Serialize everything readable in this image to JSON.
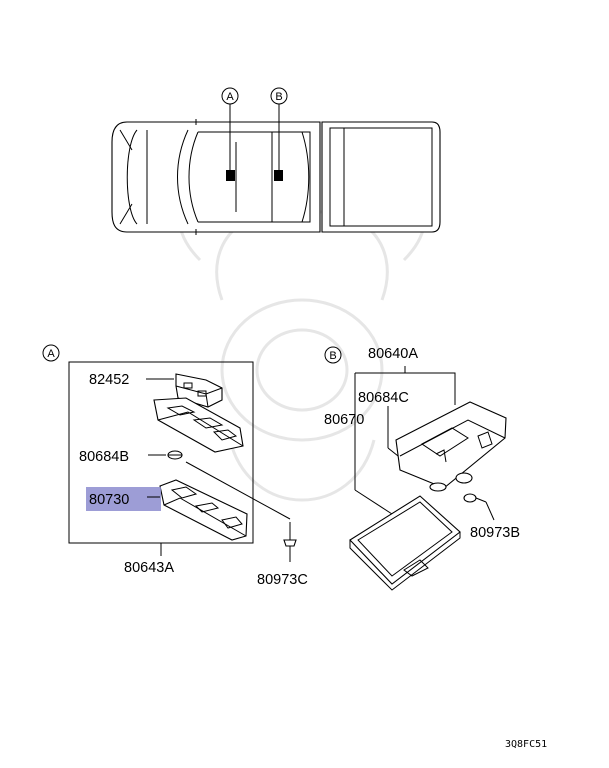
{
  "view_markers": {
    "a": "A",
    "b": "B"
  },
  "group_a": {
    "marker": "A",
    "parts": {
      "bracket": "82452",
      "bulb": "80684B",
      "lens": "80730",
      "lamp_assembly": "80643A",
      "screw": "80973C"
    }
  },
  "group_b": {
    "marker": "B",
    "parts": {
      "lamp_assembly": "80640A",
      "bulb": "80684C",
      "lens": "80670",
      "screw": "80973B"
    }
  },
  "highlight_color": "#8c8ccf",
  "drawing_code": "3Q8FC51"
}
